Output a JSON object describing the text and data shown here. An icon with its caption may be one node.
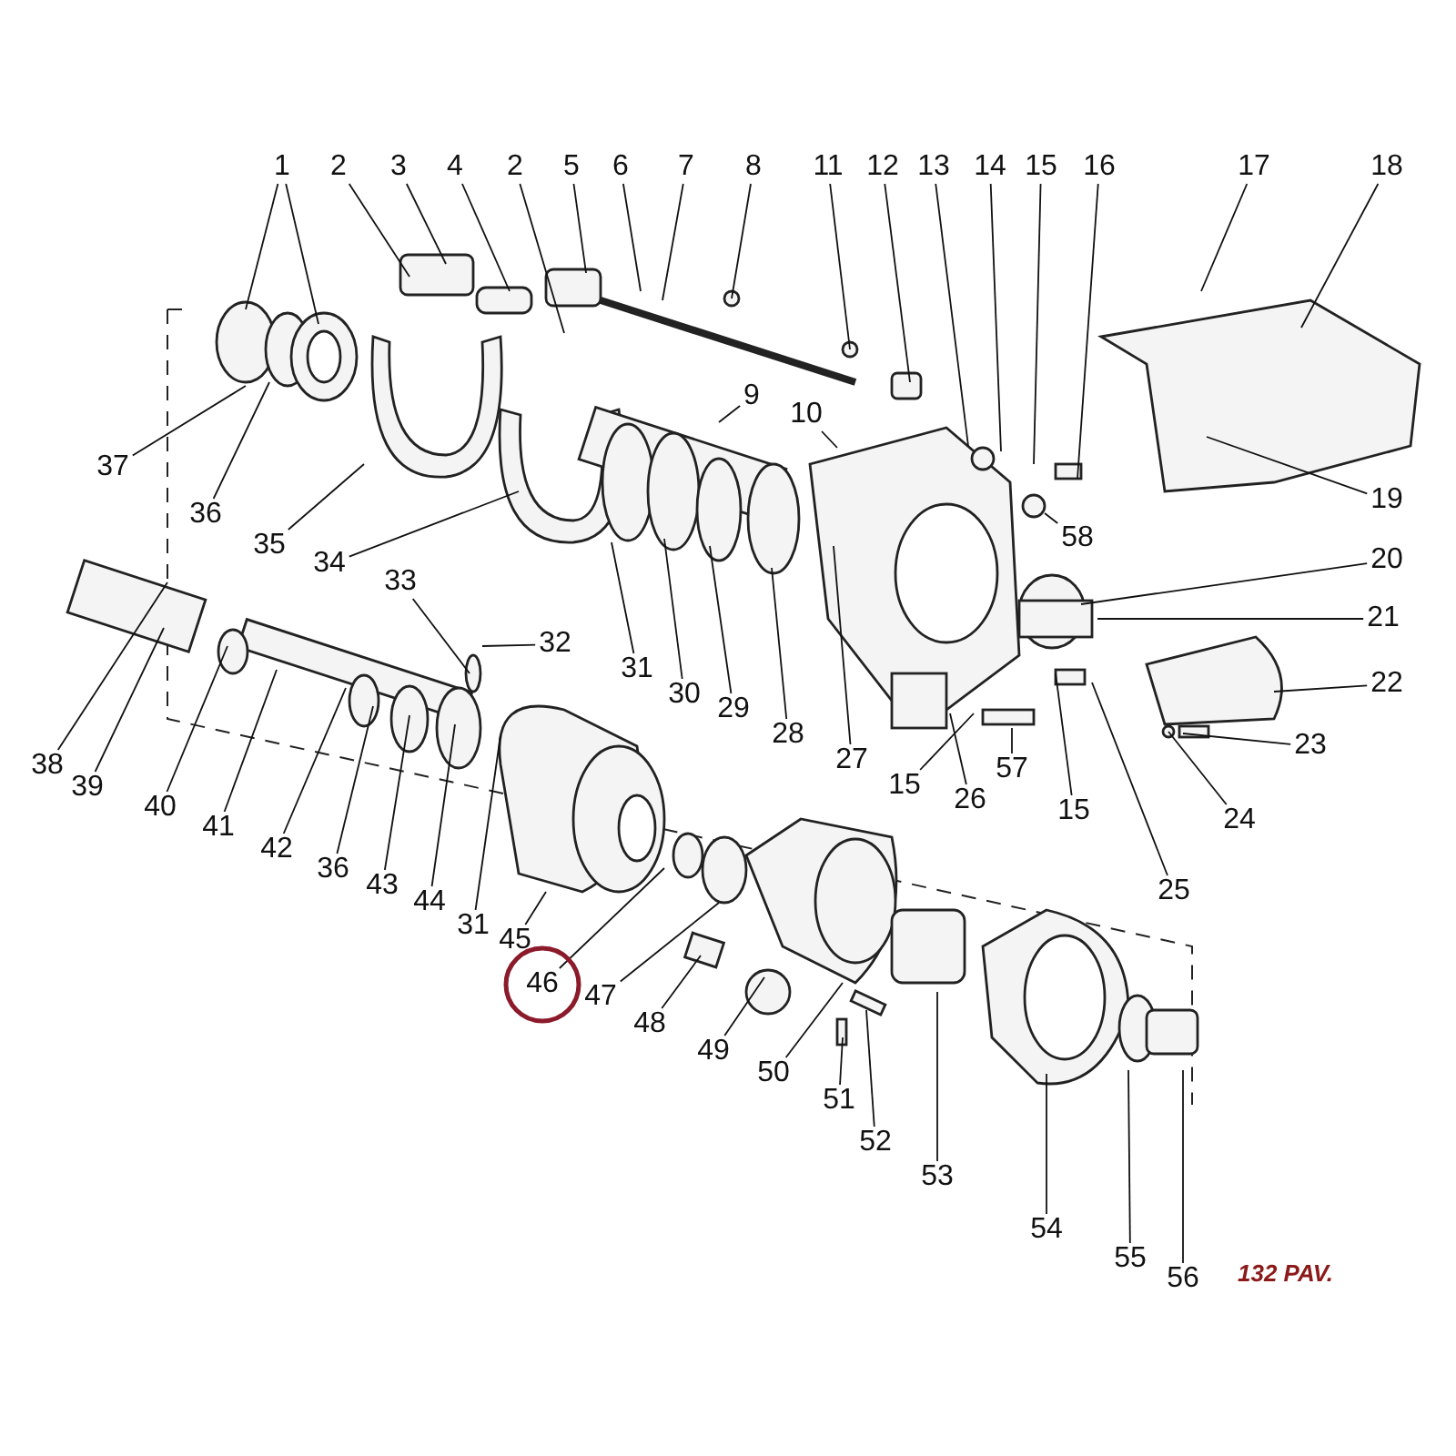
{
  "diagram": {
    "nodes": [
      {
        "text": [
          "1"
        ]
      },
      {
        "text": [
          "2"
        ]
      },
      {
        "text": [
          "3"
        ]
      },
      {
        "text": [
          "4"
        ]
      },
      {
        "text": [
          "2"
        ]
      },
      {
        "text": [
          "5"
        ]
      },
      {
        "text": [
          "6"
        ]
      },
      {
        "text": [
          "7"
        ]
      },
      {
        "text": [
          "8"
        ]
      },
      {
        "text": [
          "11"
        ]
      },
      {
        "text": [
          "12"
        ]
      },
      {
        "text": [
          "13"
        ]
      },
      {
        "text": [
          "14"
        ]
      },
      {
        "text": [
          "15"
        ]
      },
      {
        "text": [
          "16"
        ]
      },
      {
        "text": [
          "17"
        ]
      },
      {
        "text": [
          "18"
        ]
      },
      {
        "text": [
          "9"
        ]
      },
      {
        "text": [
          "10"
        ]
      },
      {
        "text": [
          "37"
        ]
      },
      {
        "text": [
          "36"
        ]
      },
      {
        "text": [
          "35"
        ]
      },
      {
        "text": [
          "34"
        ]
      },
      {
        "text": [
          "19"
        ]
      },
      {
        "text": [
          "58"
        ]
      },
      {
        "text": [
          "20"
        ]
      },
      {
        "text": [
          "21"
        ]
      },
      {
        "text": [
          "22"
        ]
      },
      {
        "text": [
          "33"
        ]
      },
      {
        "text": [
          "32"
        ]
      },
      {
        "text": [
          "31"
        ]
      },
      {
        "text": [
          "30"
        ]
      },
      {
        "text": [
          "29"
        ]
      },
      {
        "text": [
          "28"
        ]
      },
      {
        "text": [
          "27"
        ]
      },
      {
        "text": [
          "15"
        ]
      },
      {
        "text": [
          "26"
        ]
      },
      {
        "text": [
          "57"
        ]
      },
      {
        "text": [
          "15"
        ]
      },
      {
        "text": [
          "25"
        ]
      },
      {
        "text": [
          "23"
        ]
      },
      {
        "text": [
          "24"
        ]
      },
      {
        "text": [
          "38"
        ]
      },
      {
        "text": [
          "39"
        ]
      },
      {
        "text": [
          "40"
        ]
      },
      {
        "text": [
          "41"
        ]
      },
      {
        "text": [
          "42"
        ]
      },
      {
        "text": [
          "36"
        ]
      },
      {
        "text": [
          "43"
        ]
      },
      {
        "text": [
          "44"
        ]
      },
      {
        "text": [
          "31"
        ]
      },
      {
        "text": [
          "45"
        ]
      },
      {
        "text": [
          "46"
        ]
      },
      {
        "text": [
          "47"
        ]
      },
      {
        "text": [
          "48"
        ]
      },
      {
        "text": [
          "49"
        ]
      },
      {
        "text": [
          "50"
        ]
      },
      {
        "text": [
          "51"
        ]
      },
      {
        "text": [
          "52"
        ]
      },
      {
        "text": [
          "53"
        ]
      },
      {
        "text": [
          "54"
        ]
      },
      {
        "text": [
          "55"
        ]
      },
      {
        "text": [
          "56"
        ]
      }
    ],
    "edges": [
      {
        "from": 0,
        "to": null,
        "arrow": "none"
      },
      {
        "from": 0,
        "to": null,
        "arrow": "none"
      },
      {
        "from": 1,
        "to": null,
        "arrow": "none"
      },
      {
        "from": 2,
        "to": null,
        "arrow": "none"
      },
      {
        "from": 3,
        "to": null,
        "arrow": "none"
      },
      {
        "from": 4,
        "to": null,
        "arrow": "none"
      },
      {
        "from": 5,
        "to": null,
        "arrow": "none"
      },
      {
        "from": 6,
        "to": null,
        "arrow": "none"
      },
      {
        "from": 7,
        "to": null,
        "arrow": "none"
      },
      {
        "from": 8,
        "to": null,
        "arrow": "none"
      },
      {
        "from": 9,
        "to": null,
        "arrow": "none"
      },
      {
        "from": 10,
        "to": null,
        "arrow": "none"
      },
      {
        "from": 11,
        "to": null,
        "arrow": "none"
      },
      {
        "from": 12,
        "to": null,
        "arrow": "none"
      },
      {
        "from": 13,
        "to": null,
        "arrow": "none"
      },
      {
        "from": 14,
        "to": null,
        "arrow": "none"
      },
      {
        "from": 15,
        "to": null,
        "arrow": "none"
      },
      {
        "from": 16,
        "to": null,
        "arrow": "none"
      },
      {
        "from": 17,
        "to": null,
        "arrow": "none"
      },
      {
        "from": 18,
        "to": null,
        "arrow": "none"
      },
      {
        "from": 19,
        "to": null,
        "arrow": "none"
      },
      {
        "from": 20,
        "to": null,
        "arrow": "none"
      },
      {
        "from": 21,
        "to": null,
        "arrow": "none"
      },
      {
        "from": 22,
        "to": null,
        "arrow": "none"
      },
      {
        "from": 23,
        "to": null,
        "arrow": "none"
      },
      {
        "from": 24,
        "to": null,
        "arrow": "none"
      },
      {
        "from": 25,
        "to": null,
        "arrow": "none"
      },
      {
        "from": 26,
        "to": null,
        "arrow": "none"
      },
      {
        "from": 27,
        "to": null,
        "arrow": "none"
      },
      {
        "from": 28,
        "to": null,
        "arrow": "none"
      },
      {
        "from": 29,
        "to": null,
        "arrow": "none"
      },
      {
        "from": 30,
        "to": null,
        "arrow": "none"
      },
      {
        "from": 31,
        "to": null,
        "arrow": "none"
      },
      {
        "from": 32,
        "to": null,
        "arrow": "none"
      },
      {
        "from": 33,
        "to": null,
        "arrow": "none"
      },
      {
        "from": 34,
        "to": null,
        "arrow": "none"
      },
      {
        "from": 35,
        "to": null,
        "arrow": "none"
      },
      {
        "from": 36,
        "to": null,
        "arrow": "none"
      },
      {
        "from": 37,
        "to": null,
        "arrow": "none"
      },
      {
        "from": 38,
        "to": null,
        "arrow": "none"
      },
      {
        "from": 39,
        "to": null,
        "arrow": "none"
      },
      {
        "from": 40,
        "to": null,
        "arrow": "none"
      },
      {
        "from": 41,
        "to": null,
        "arrow": "none"
      },
      {
        "from": 42,
        "to": null,
        "arrow": "none"
      },
      {
        "from": 43,
        "to": null,
        "arrow": "none"
      },
      {
        "from": 44,
        "to": null,
        "arrow": "none"
      },
      {
        "from": 45,
        "to": null,
        "arrow": "none"
      },
      {
        "from": 46,
        "to": null,
        "arrow": "none"
      },
      {
        "from": 47,
        "to": null,
        "arrow": "none"
      },
      {
        "from": 48,
        "to": null,
        "arrow": "none"
      },
      {
        "from": 49,
        "to": null,
        "arrow": "none"
      },
      {
        "from": 50,
        "to": null,
        "arrow": "none"
      },
      {
        "from": 51,
        "to": null,
        "arrow": "none"
      },
      {
        "from": 52,
        "to": null,
        "arrow": "none"
      },
      {
        "from": 53,
        "to": null,
        "arrow": "none"
      },
      {
        "from": 54,
        "to": null,
        "arrow": "none"
      },
      {
        "from": 55,
        "to": null,
        "arrow": "none"
      },
      {
        "from": 56,
        "to": null,
        "arrow": "none"
      },
      {
        "from": 57,
        "to": null,
        "arrow": "none"
      },
      {
        "from": 58,
        "to": null,
        "arrow": "none"
      },
      {
        "from": 59,
        "to": null,
        "arrow": "none"
      },
      {
        "from": 60,
        "to": null,
        "arrow": "none"
      },
      {
        "from": 61,
        "to": null,
        "arrow": "none"
      },
      {
        "from": 62,
        "to": null,
        "arrow": "none"
      }
    ],
    "labels": [
      "132 PAV."
    ]
  }
}
